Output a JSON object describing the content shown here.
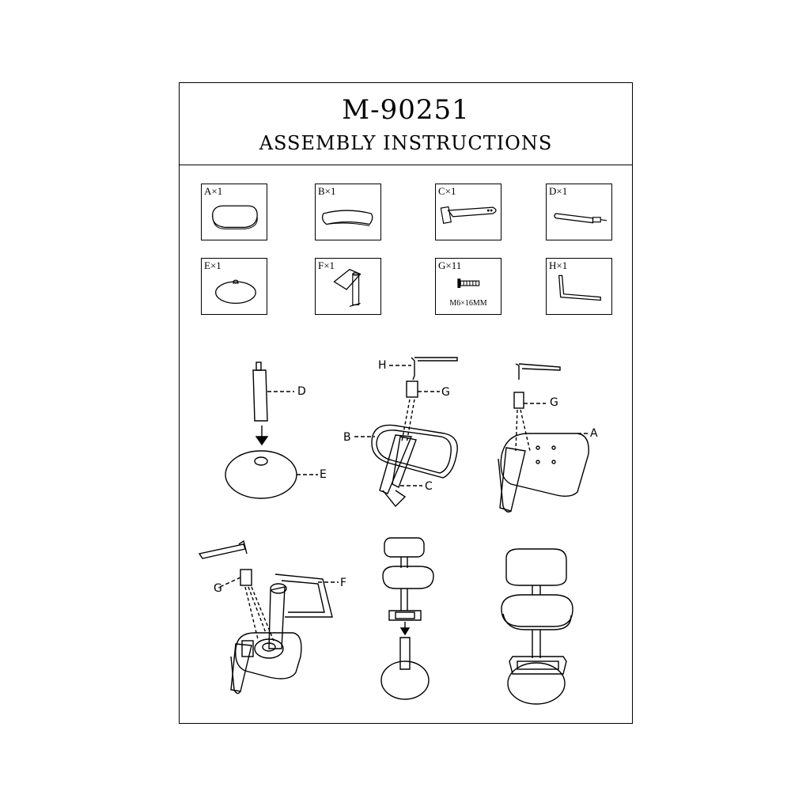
{
  "header": {
    "model": "M-90251",
    "title": "ASSEMBLY INSTRUCTIONS"
  },
  "parts": [
    {
      "id": "A",
      "label": "A×1",
      "icon": "seat-cushion-icon"
    },
    {
      "id": "B",
      "label": "B×1",
      "icon": "backrest-pad-icon"
    },
    {
      "id": "C",
      "label": "C×1",
      "icon": "back-bracket-icon"
    },
    {
      "id": "D",
      "label": "D×1",
      "icon": "gas-cylinder-icon"
    },
    {
      "id": "E",
      "label": "E×1",
      "icon": "round-base-icon"
    },
    {
      "id": "F",
      "label": "F×1",
      "icon": "footrest-column-icon"
    },
    {
      "id": "G",
      "label": "G×11",
      "icon": "screw-icon",
      "spec": "M6×16MM"
    },
    {
      "id": "H",
      "label": "H×1",
      "icon": "allen-key-icon"
    }
  ],
  "callouts": {
    "step1": [
      "D",
      "E"
    ],
    "step2": [
      "H",
      "G",
      "B",
      "C"
    ],
    "step3": [
      "G",
      "A"
    ],
    "step4": [
      "G",
      "F"
    ]
  }
}
